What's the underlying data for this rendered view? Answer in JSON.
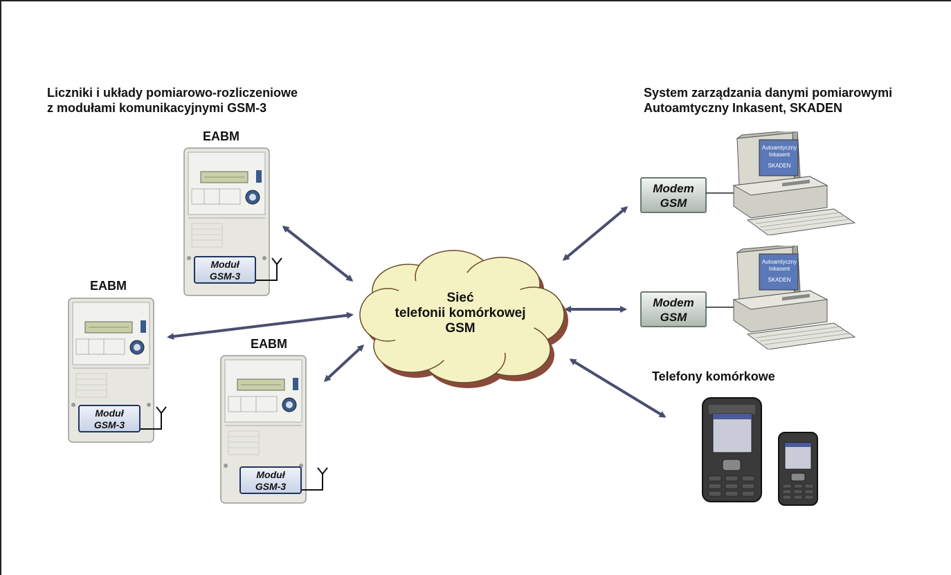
{
  "left_title": {
    "line1": "Liczniki i układy pomiarowo-rozliczeniowe",
    "line2": "z modułami komunikacyjnymi GSM-3"
  },
  "right_title": {
    "line1": "System zarządzania danymi pomiarowymi",
    "line2": "Autoamtyczny Inkasent, SKADEN"
  },
  "meters": [
    {
      "label": "EABM",
      "module_line1": "Moduł",
      "module_line2": "GSM-3"
    },
    {
      "label": "EABM",
      "module_line1": "Moduł",
      "module_line2": "GSM-3"
    },
    {
      "label": "EABM",
      "module_line1": "Moduł",
      "module_line2": "GSM-3"
    }
  ],
  "cloud": {
    "line1": "Sieć",
    "line2": "telefonii komórkowej",
    "line3": "GSM"
  },
  "modems": [
    {
      "line1": "Modem",
      "line2": "GSM"
    },
    {
      "line1": "Modem",
      "line2": "GSM"
    }
  ],
  "pc_screen": {
    "line1": "Autoamtyczny",
    "line2": "Inkasent",
    "line3": "SKADEN"
  },
  "phones_label": "Telefony komórkowe",
  "colors": {
    "arrow": "#4a4e6e",
    "cloud_fill": "#f4f2c2",
    "cloud_shadow": "#8a4a3a",
    "meter_body": "#e7e6e0",
    "module_border": "#1f3560"
  }
}
